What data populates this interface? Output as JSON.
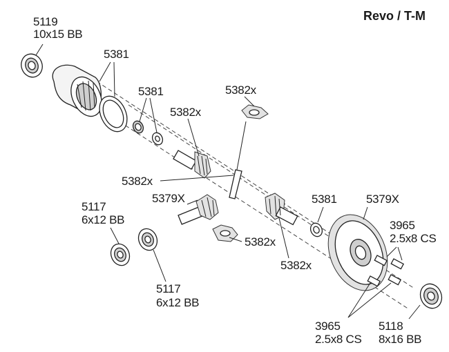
{
  "title": "Revo / T-M",
  "callouts": [
    {
      "id": "c5119",
      "part": "5119",
      "desc": "10x15 BB"
    },
    {
      "id": "c5381a",
      "part": "5381",
      "desc": ""
    },
    {
      "id": "c5381b",
      "part": "5381",
      "desc": ""
    },
    {
      "id": "c5382a",
      "part": "5382x",
      "desc": ""
    },
    {
      "id": "c5382b",
      "part": "5382x",
      "desc": ""
    },
    {
      "id": "c5382c",
      "part": "5382x",
      "desc": ""
    },
    {
      "id": "c5379a",
      "part": "5379X",
      "desc": ""
    },
    {
      "id": "c5117a",
      "part": "5117",
      "desc": "6x12 BB"
    },
    {
      "id": "c5381c",
      "part": "5381",
      "desc": ""
    },
    {
      "id": "c5379b",
      "part": "5379X",
      "desc": ""
    },
    {
      "id": "c3965a",
      "part": "3965",
      "desc": "2.5x8 CS"
    },
    {
      "id": "c5382d",
      "part": "5382x",
      "desc": ""
    },
    {
      "id": "c5382e",
      "part": "5382x",
      "desc": ""
    },
    {
      "id": "c5117b",
      "part": "5117",
      "desc": "6x12 BB"
    },
    {
      "id": "c3965b",
      "part": "3965",
      "desc": "2.5x8 CS"
    },
    {
      "id": "c5118",
      "part": "5118",
      "desc": "8x16 BB"
    }
  ]
}
